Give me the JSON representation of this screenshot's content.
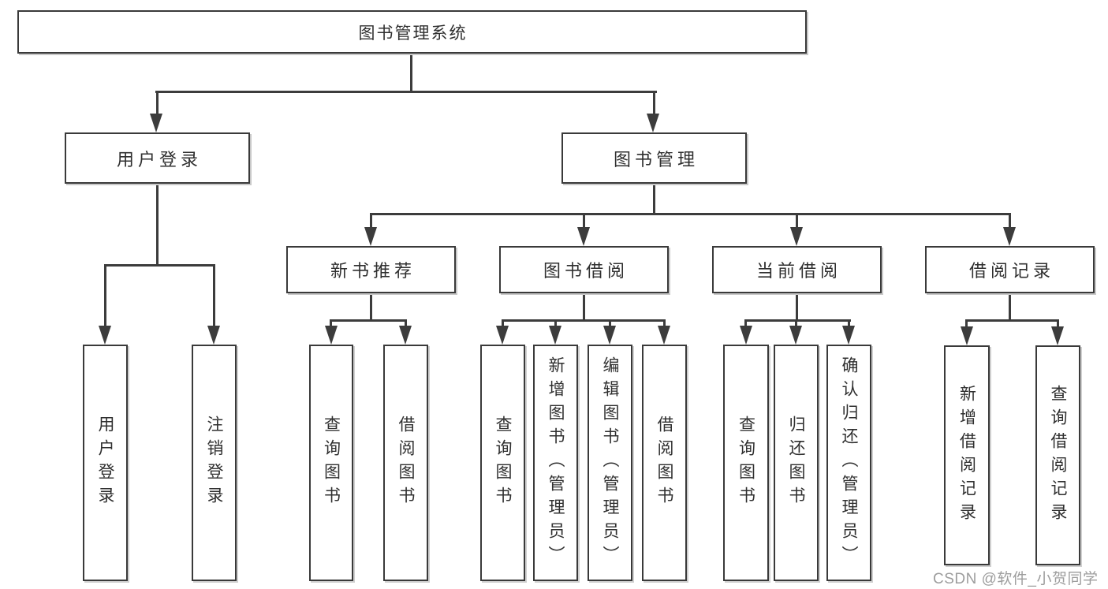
{
  "tree": {
    "root": {
      "label": "图书管理系统"
    },
    "branches": [
      {
        "label": "用户登录",
        "children": [
          {
            "label": "用户登录"
          },
          {
            "label": "注销登录"
          }
        ]
      },
      {
        "label": "图书管理",
        "children": [
          {
            "label": "新书推荐",
            "children": [
              {
                "label": "查询图书"
              },
              {
                "label": "借阅图书"
              }
            ]
          },
          {
            "label": "图书借阅",
            "children": [
              {
                "label": "查询图书"
              },
              {
                "label": "新增图书（管理员）"
              },
              {
                "label": "编辑图书（管理员）"
              },
              {
                "label": "借阅图书"
              }
            ]
          },
          {
            "label": "当前借阅",
            "children": [
              {
                "label": "查询图书"
              },
              {
                "label": "归还图书"
              },
              {
                "label": "确认归还（管理员）"
              }
            ]
          },
          {
            "label": "借阅记录",
            "children": [
              {
                "label": "新增借阅记录"
              },
              {
                "label": "查询借阅记录"
              }
            ]
          }
        ]
      }
    ]
  },
  "watermark": {
    "text": "CSDN @软件_小贺同学"
  },
  "colors": {
    "line": "#3c3c3c",
    "box_border": "#3a3a3a",
    "text": "#2f2f2f",
    "watermark": "#9d9d9d",
    "background": "#ffffff"
  }
}
